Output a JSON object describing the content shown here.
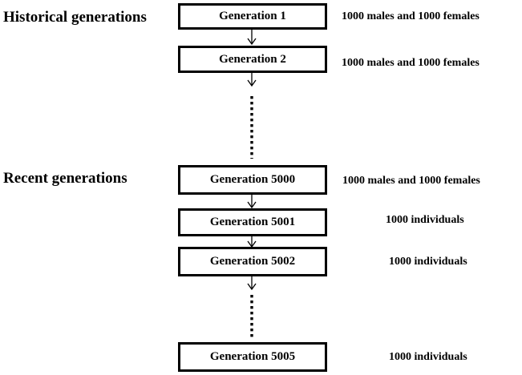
{
  "sections": {
    "historical": "Historical generations",
    "recent": "Recent generations"
  },
  "generations": [
    {
      "label": "Generation 1",
      "note": "1000 males and 1000 females"
    },
    {
      "label": "Generation 2",
      "note": "1000 males and 1000 females"
    },
    {
      "label": "Generation 5000",
      "note": "1000 males and 1000 females"
    },
    {
      "label": "Generation 5001",
      "note": "1000 individuals"
    },
    {
      "label": "Generation 5002",
      "note": "1000 individuals"
    },
    {
      "label": "Generation 5005",
      "note": "1000 individuals"
    }
  ]
}
